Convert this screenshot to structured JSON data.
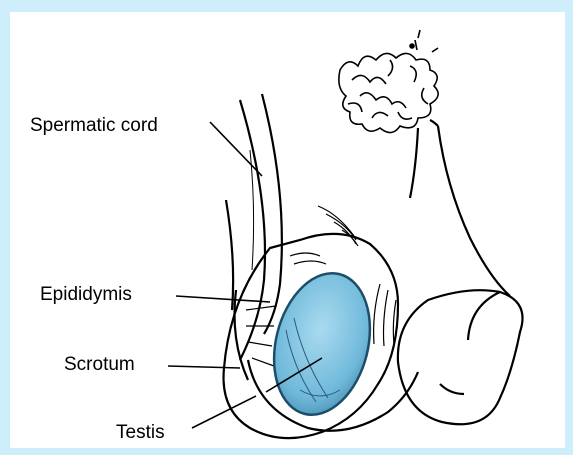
{
  "colors": {
    "frame": "#cfeefb",
    "testis_fill": "#7cc3e2",
    "testis_edge": "#2a5b78",
    "ink": "#000000"
  },
  "labels": {
    "spermatic_cord": "Spermatic cord",
    "epididymis": "Epididymis",
    "scrotum": "Scrotum",
    "testis": "Testis"
  }
}
